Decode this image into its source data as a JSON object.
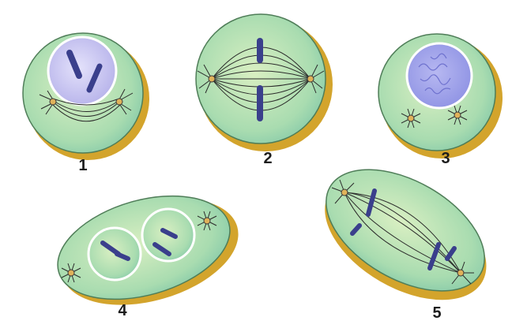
{
  "figure": {
    "cells": [
      {
        "label": "1"
      },
      {
        "label": "2"
      },
      {
        "label": "3"
      },
      {
        "label": "4"
      },
      {
        "label": "5"
      }
    ]
  },
  "colors": {
    "cytoplasm": "#b9e0a8",
    "cytoplasm_edge": "#3c6e48",
    "cell_shadow": "#d6a329",
    "nucleus_fill": "#c9c7ef",
    "nucleus_edge": "#ffffff",
    "chromosome": "#3a3f8c",
    "spindle": "#2a2a2a",
    "centriole": "#e0b25a"
  }
}
